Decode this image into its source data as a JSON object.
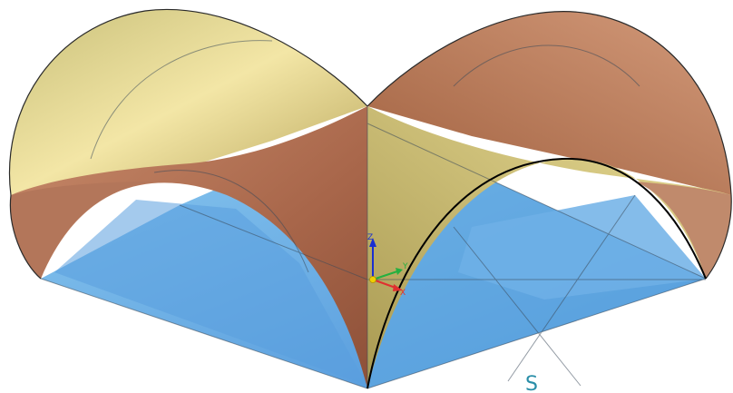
{
  "scene": {
    "corner_label": "S",
    "axes": {
      "x": "X",
      "y": "Y",
      "z": "Z"
    }
  },
  "colors": {
    "background": "#ffffff",
    "floor_light": "#7fbde8",
    "floor_dark": "#4f95d6",
    "surface_gold_light": "#f4e7a8",
    "surface_gold": "#cfc27a",
    "surface_copper": "#b9785c",
    "surface_copper_dark": "#9c5a40",
    "edge_line": "#3b4a5a",
    "highlight_arc": "#000000",
    "corner_label": "#2a8ea8",
    "axis_x": "#e03030",
    "axis_y": "#25b040",
    "axis_z": "#1a2fd0",
    "origin": "#f0d000"
  },
  "icons": {
    "axis_triad": "coordinate-axes-icon"
  }
}
